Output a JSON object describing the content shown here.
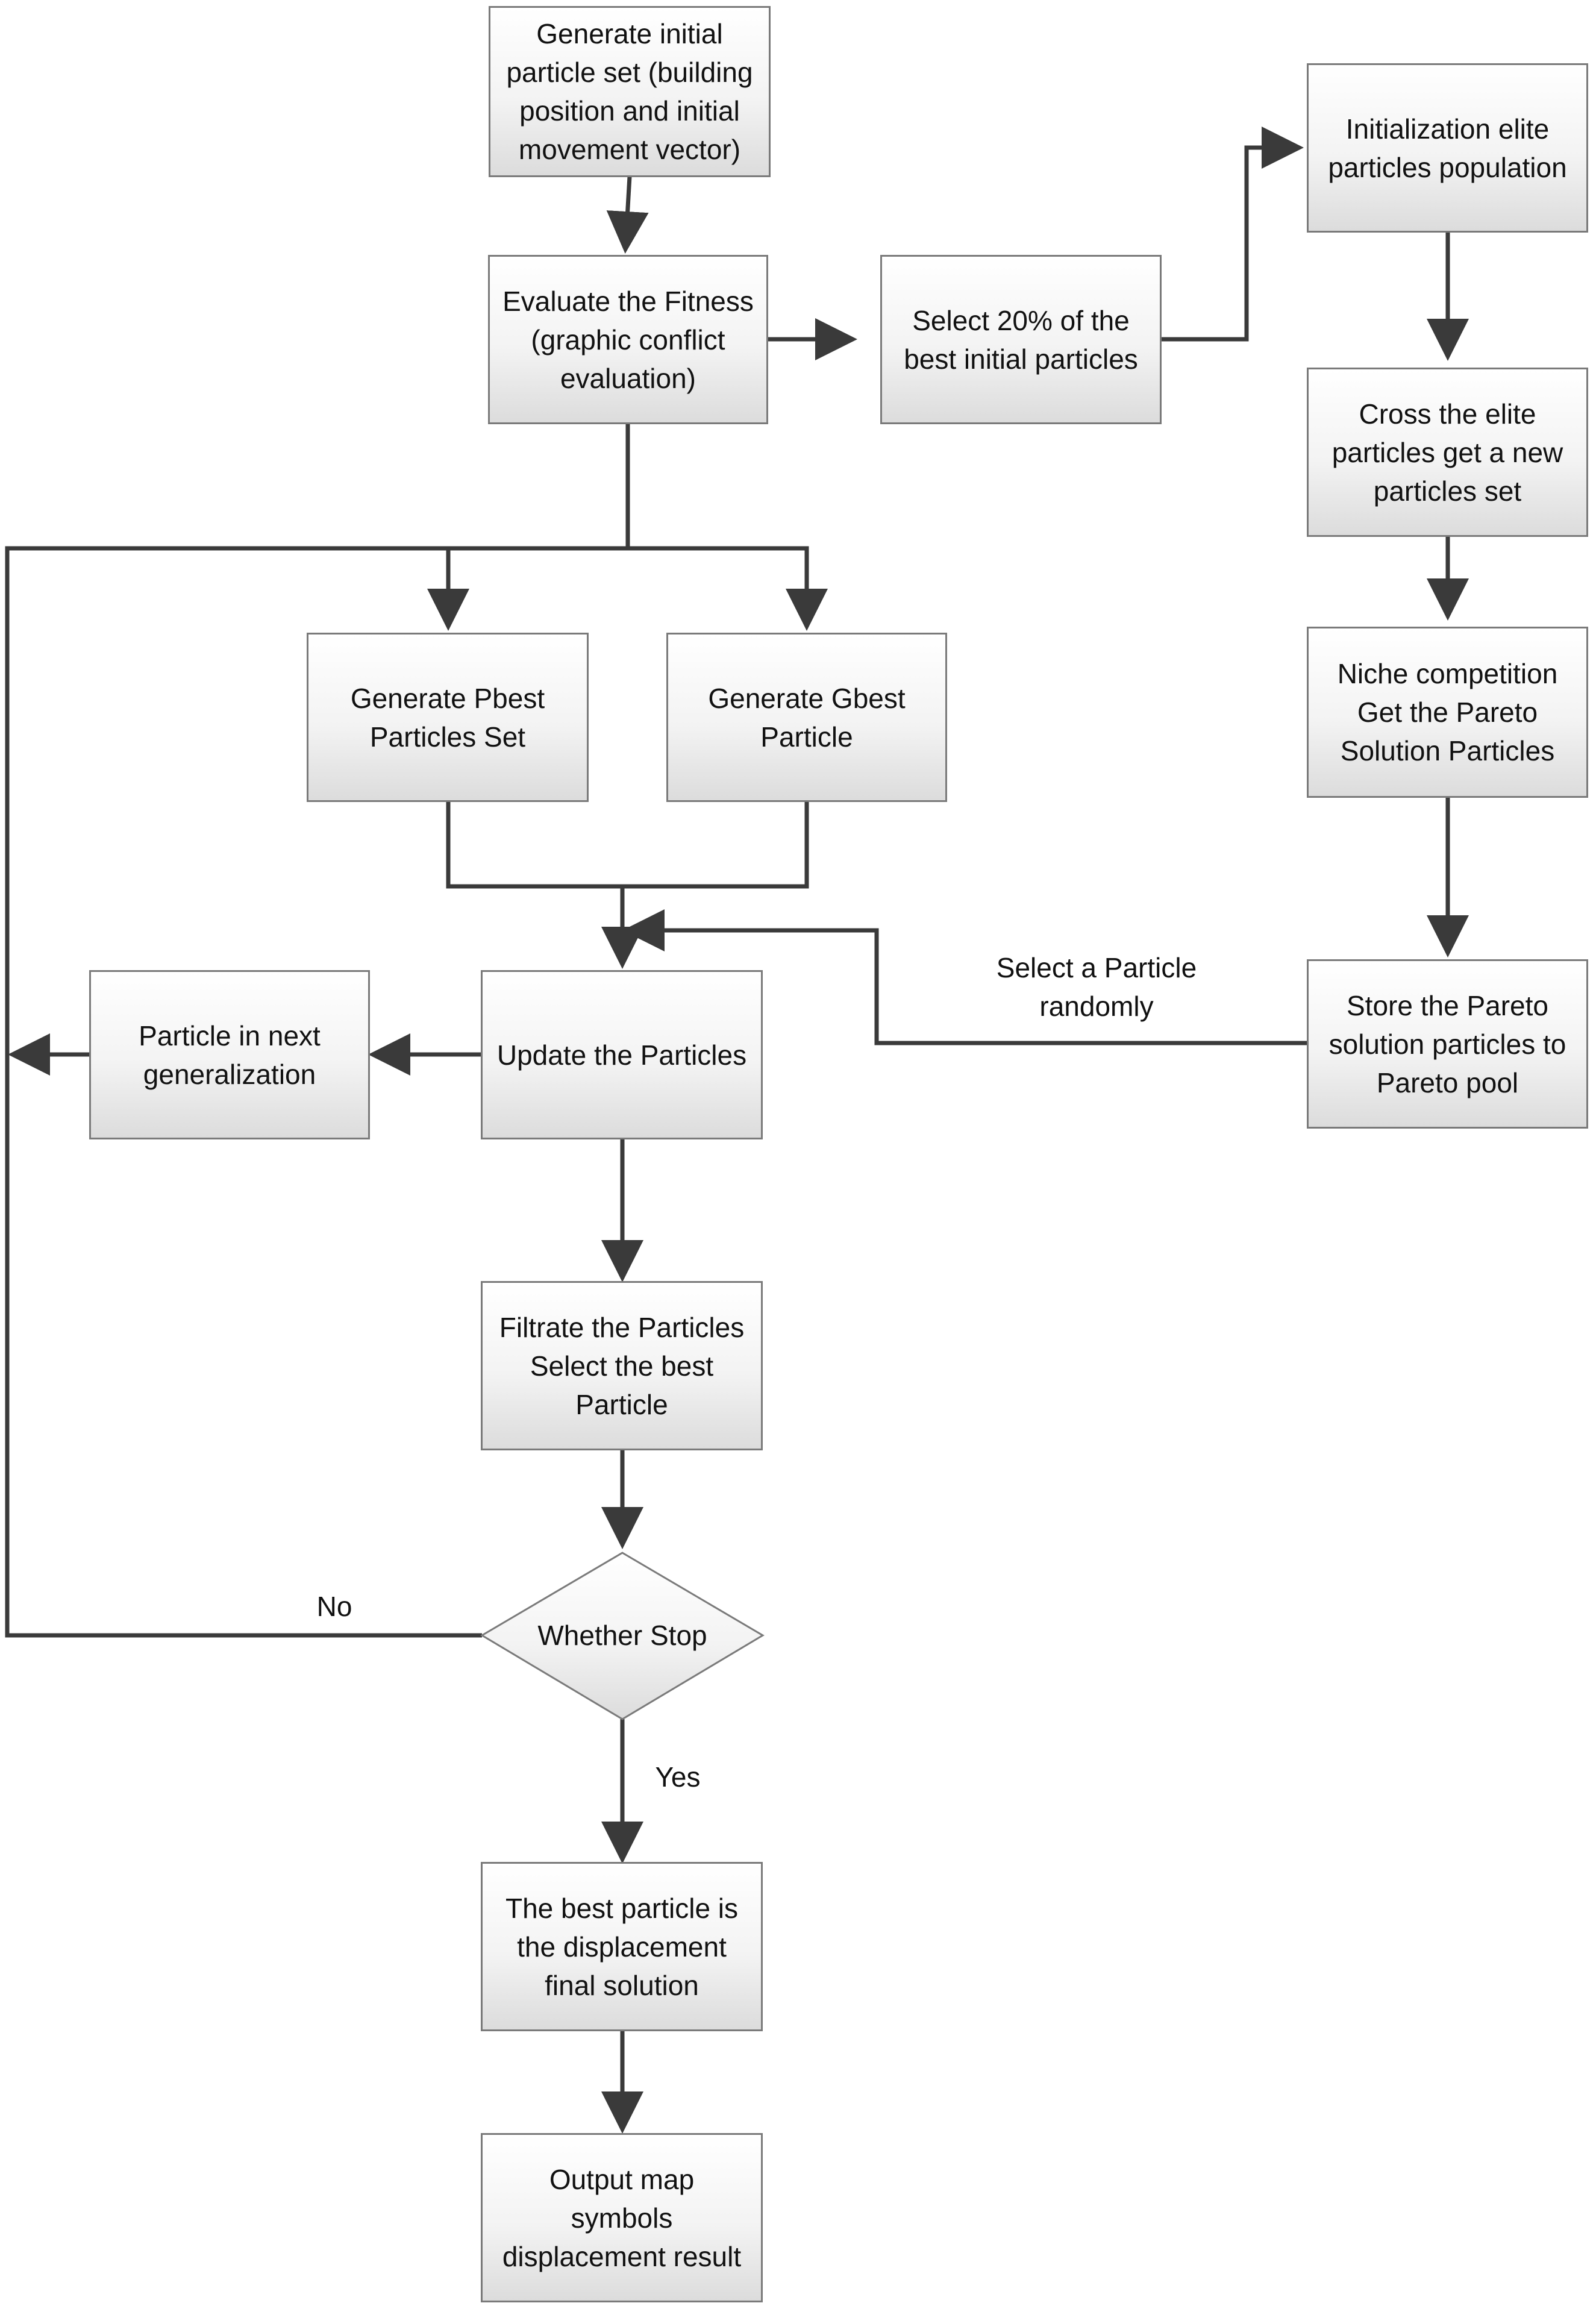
{
  "nodes": {
    "generate_initial": "Generate initial\nparticle set (building\nposition and initial\nmovement vector)",
    "evaluate_fitness": "Evaluate the Fitness\n(graphic conflict\nevaluation)",
    "select_20": "Select 20% of the\nbest initial particles",
    "init_elite": "Initialization elite\nparticles population",
    "cross_elite": "Cross the elite\nparticles get a new\nparticles set",
    "niche": "Niche competition\nGet the Pareto\nSolution Particles",
    "store_pareto": "Store the Pareto\nsolution particles to\nPareto pool",
    "pbest": "Generate Pbest\nParticles Set",
    "gbest": "Generate Gbest\nParticle",
    "update": "Update the Particles",
    "next_gen": "Particle in next\ngeneralization",
    "filtrate": "Filtrate the Particles\nSelect the best\nParticle",
    "whether_stop": "Whether Stop",
    "best_final": "The best particle is\nthe displacement\nfinal solution",
    "output": "Output map\nsymbols\ndisplacement result"
  },
  "edge_labels": {
    "select_random": "Select a Particle\nrandomly",
    "no": "No",
    "yes": "Yes"
  },
  "colors": {
    "line": "#3a3a3a",
    "box_border": "#7a7a7a",
    "box_fill_top": "#ffffff",
    "box_fill_bottom": "#dcdcdc"
  }
}
